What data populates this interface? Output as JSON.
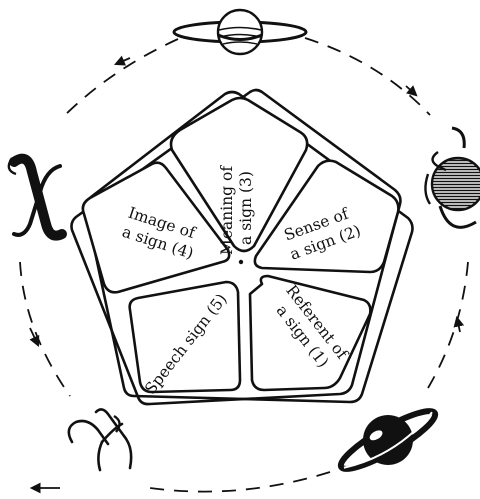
{
  "diagram": {
    "ink_color": "#111111",
    "background_color": "#ffffff",
    "segments": [
      {
        "id": "meaning",
        "lines": [
          "Meaning of",
          "a sign (3)"
        ]
      },
      {
        "id": "sense",
        "lines": [
          "Sense of",
          "a sign (2)"
        ]
      },
      {
        "id": "referent",
        "lines": [
          "Referent of",
          "a sign (1)"
        ]
      },
      {
        "id": "speech",
        "lines": [
          "Speech sign (5)"
        ]
      },
      {
        "id": "image",
        "lines": [
          "Image of",
          "a sign (4)"
        ]
      }
    ],
    "symbols": [
      {
        "icon": "saturn-icon"
      },
      {
        "icon": "striped-planet-icon"
      },
      {
        "icon": "black-saturn-icon"
      },
      {
        "icon": "scroll-glyph-icon"
      },
      {
        "icon": "sagittarius-glyph-icon"
      }
    ]
  }
}
